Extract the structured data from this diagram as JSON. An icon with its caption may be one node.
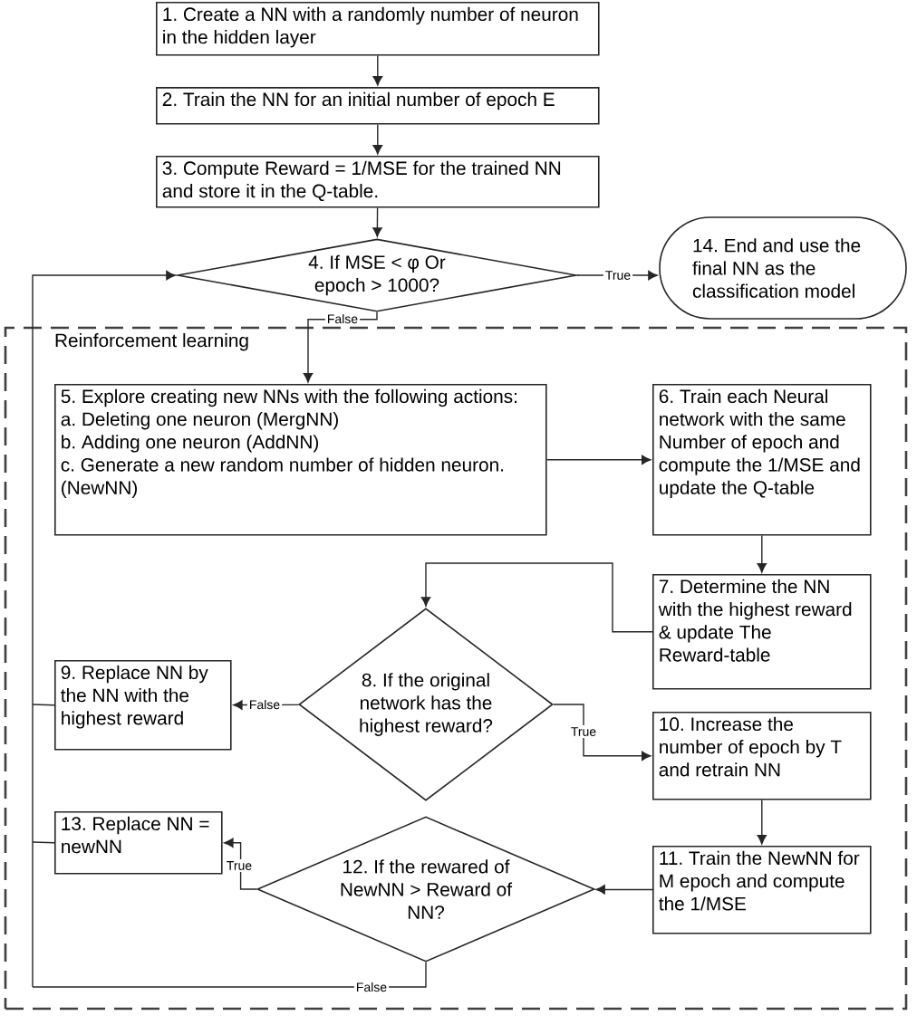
{
  "diagram": {
    "nodes": [
      {
        "text": [
          "1. Create a NN with a randomly number of neuron in the hidden layer"
        ]
      },
      {
        "text": [
          "2. Train the NN for an initial number of epoch E"
        ]
      },
      {
        "text": [
          "3. Compute Reward = 1/MSE for the trained NN and store it in the Q-table."
        ]
      },
      {
        "text": [
          "4. If MSE < φ Or epoch > 1000?"
        ]
      },
      {
        "text": [
          "14. End and use the final NN as the classification model"
        ]
      },
      {
        "text": [
          "Reinforcement learning"
        ]
      },
      {
        "text": [
          "5. Explore creating new NNs with the following actions:",
          "a. Deleting one neuron (MergNN)",
          "b. Adding one neuron (AddNN)",
          "c. Generate a new random number of hidden neuron. (NewNN)"
        ],
        "in": 5
      },
      {
        "text": [
          "6. Train each Neural network with the same Number of epoch and compute the 1/MSE and update the Q-table"
        ],
        "in": 5
      },
      {
        "text": [
          "7. Determine the NN with the highest reward & update The Reward-table"
        ],
        "in": 5
      },
      {
        "text": [
          "8. If the original network has the highest reward?"
        ],
        "in": 5
      },
      {
        "text": [
          "9. Replace NN by the NN with the highest reward"
        ],
        "in": 5
      },
      {
        "text": [
          "10. Increase the number of epoch by T and retrain NN"
        ],
        "in": 5
      },
      {
        "text": [
          "11. Train the NewNN for M epoch and compute the 1/MSE"
        ],
        "in": 5
      },
      {
        "text": [
          "12. If the rewared of NewNN > Reward of NN?"
        ],
        "in": 5
      },
      {
        "text": [
          "13. Replace NN = newNN"
        ],
        "in": 5
      }
    ],
    "edges": [
      {
        "from": 0,
        "to": 1,
        "arrow": "to"
      },
      {
        "from": 1,
        "to": 2,
        "arrow": "to"
      },
      {
        "from": 2,
        "to": 3,
        "arrow": "to"
      },
      {
        "from": 3,
        "to": 4,
        "arrow": "to",
        "label": "True"
      },
      {
        "from": 3,
        "to": 6,
        "arrow": "to",
        "label": "False"
      },
      {
        "from": 6,
        "to": 7,
        "arrow": "to"
      },
      {
        "from": 7,
        "to": 8,
        "arrow": "to"
      },
      {
        "from": 8,
        "to": 9,
        "arrow": "to"
      },
      {
        "from": 9,
        "to": 10,
        "arrow": "to",
        "label": "False"
      },
      {
        "from": 9,
        "to": 11,
        "arrow": "to",
        "label": "True"
      },
      {
        "from": 11,
        "to": 12,
        "arrow": "to"
      },
      {
        "from": 12,
        "to": 13,
        "arrow": "to"
      },
      {
        "from": 13,
        "to": 14,
        "arrow": "to",
        "label": "True"
      },
      {
        "from": 13,
        "to": 3,
        "arrow": "to",
        "label": "False"
      },
      {
        "from": 10,
        "to": 3,
        "arrow": "to"
      },
      {
        "from": 14,
        "to": 3,
        "arrow": "to"
      }
    ]
  }
}
